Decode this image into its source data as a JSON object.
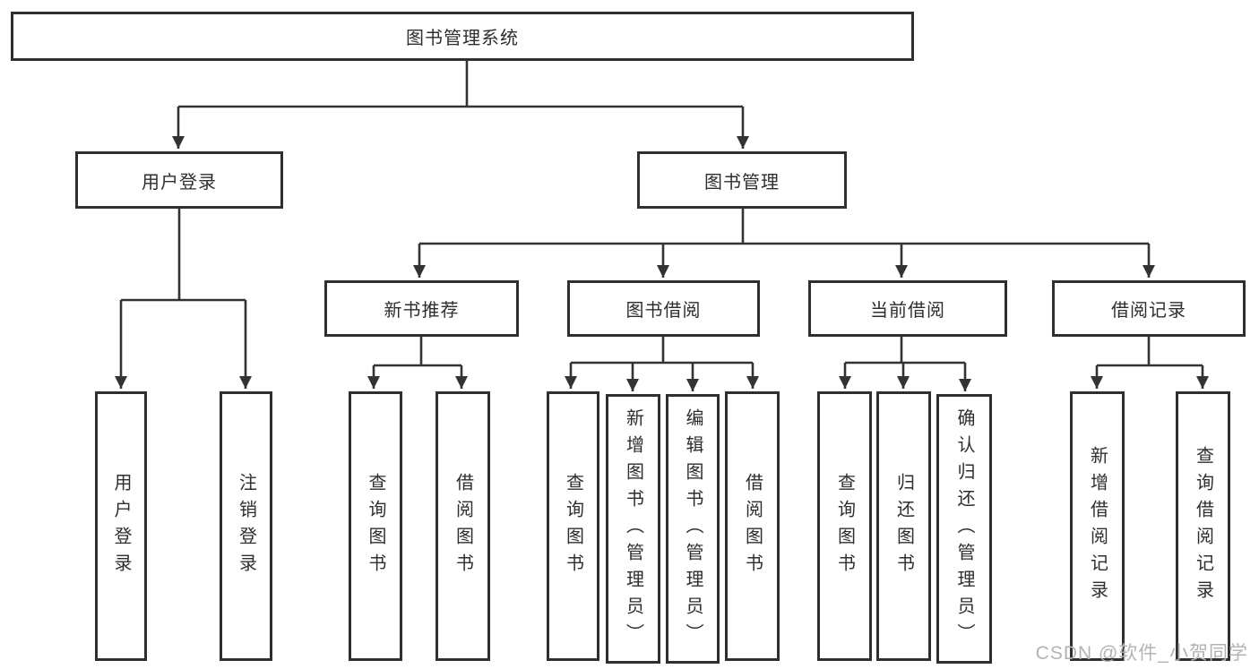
{
  "nodes": {
    "root": {
      "label": "图书管理系统"
    },
    "level2": [
      {
        "label": "用户登录"
      },
      {
        "label": "图书管理"
      }
    ],
    "level3": [
      {
        "label": "新书推荐"
      },
      {
        "label": "图书借阅"
      },
      {
        "label": "当前借阅"
      },
      {
        "label": "借阅记录"
      }
    ],
    "leaves": [
      {
        "label": "用户登录"
      },
      {
        "label": "注销登录"
      },
      {
        "label": "查询图书"
      },
      {
        "label": "借阅图书"
      },
      {
        "label": "查询图书"
      },
      {
        "label": "新增图书（管理员）"
      },
      {
        "label": "编辑图书（管理员）"
      },
      {
        "label": "借阅图书"
      },
      {
        "label": "查询图书"
      },
      {
        "label": "归还图书"
      },
      {
        "label": "确认归还（管理员）"
      },
      {
        "label": "新增借阅记录"
      },
      {
        "label": "查询借阅记录"
      }
    ]
  },
  "watermark": {
    "text": "CSDN @软件_小贺同学"
  },
  "colors": {
    "line": "#333333",
    "border": "#2f2f2f",
    "text": "#2e2e2e",
    "watermark": "#b3b3b3",
    "background": "#ffffff"
  }
}
